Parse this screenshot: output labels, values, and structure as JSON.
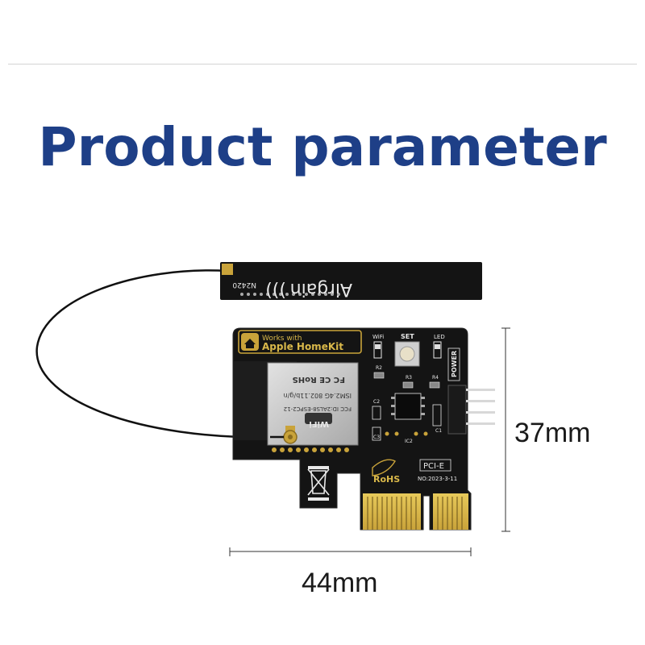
{
  "title": "Product parameter",
  "antenna": {
    "brand": "Airgain",
    "model": "N2420"
  },
  "board": {
    "badge_line1": "Works with",
    "badge_line2": "Apple HomeKit",
    "led_wifi": "WiFi",
    "led_set": "SET",
    "led_led": "LED",
    "power_label": "POWER",
    "module_marks": "FC CE RoHS",
    "module_line1": "ISM2.4G 802.11b/g/n",
    "module_line2": "FCC ID:2ALS8-ESPC2-12",
    "module_wifi": "WiFi",
    "rohs": "RoHS",
    "interface": "PCI-E",
    "date_code": "NO:2023-3-11",
    "r2": "R2",
    "r3": "R3",
    "r4": "R4",
    "c1": "C1",
    "c2": "C2",
    "c3": "C3",
    "ic2": "IC2"
  },
  "dimensions": {
    "height": "37mm",
    "width": "44mm"
  },
  "colors": {
    "title": "#1e3f87",
    "pcb": "#141414",
    "gold": "#d9b84a",
    "silkscreen": "#e8e8e8"
  }
}
